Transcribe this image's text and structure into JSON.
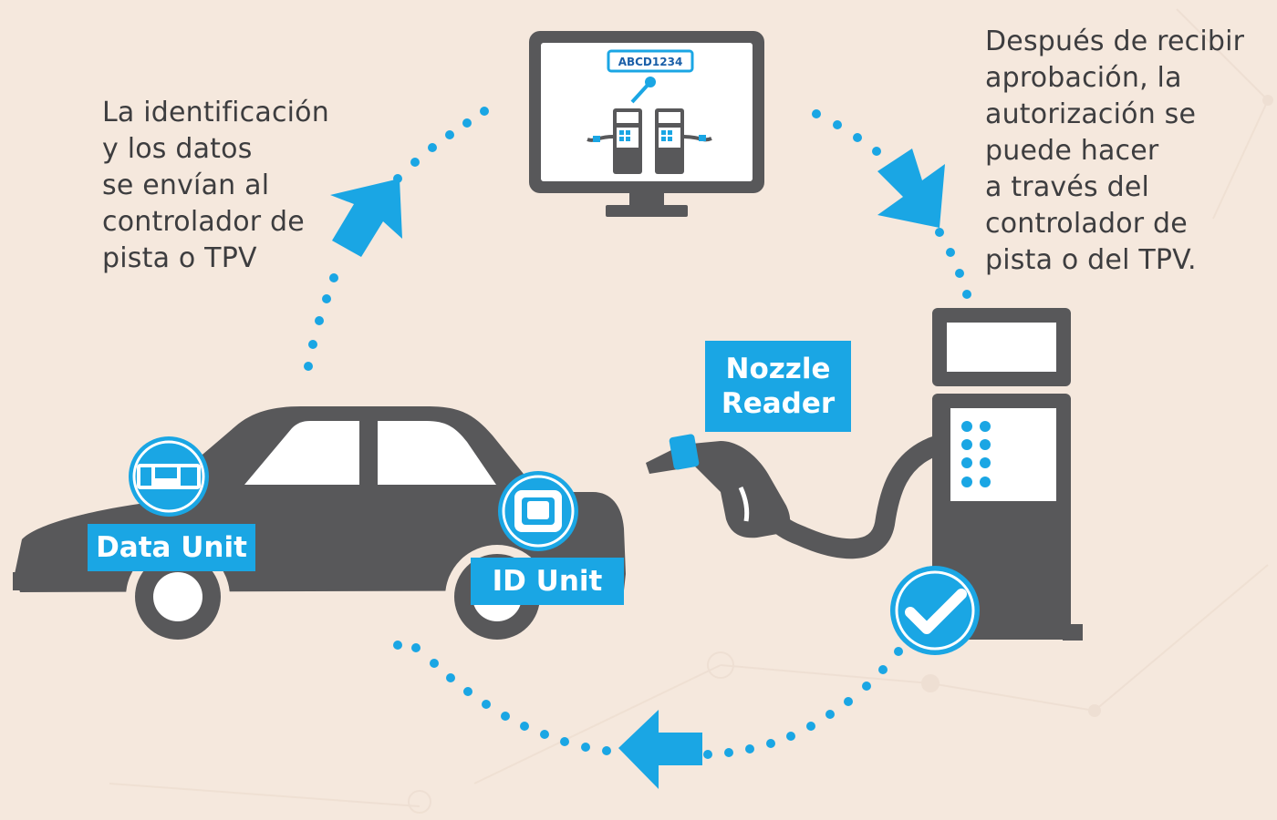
{
  "texts": {
    "left_line1": "La identificación",
    "left_line2": "y los datos",
    "left_line3": "se envían al",
    "left_line4": "controlador de",
    "left_line5": "pista o TPV",
    "right_line1": "Después de recibir",
    "right_line2": "aprobación, la",
    "right_line3": "autorización se",
    "right_line4": "puede hacer",
    "right_line5": "a través del",
    "right_line6": "controlador de",
    "right_line7": "pista o del TPV."
  },
  "labels": {
    "data_unit": "Data Unit",
    "id_unit": "ID Unit",
    "nozzle_reader_line1": "Nozzle",
    "nozzle_reader_line2": "Reader"
  },
  "monitor": {
    "plate_text": "ABCD1234"
  },
  "icons": {
    "monitor": "monitor-icon",
    "car": "car-icon",
    "fuel_pump": "fuel-pump-icon",
    "checkmark": "checkmark-icon",
    "arrow_up_right": "arrow-icon",
    "arrow_down_right": "arrow-icon",
    "arrow_left": "arrow-icon"
  },
  "colors": {
    "background": "#f5e8dd",
    "accent": "#1aa6e4",
    "dark": "#58585a",
    "text": "#3d3d3f"
  }
}
